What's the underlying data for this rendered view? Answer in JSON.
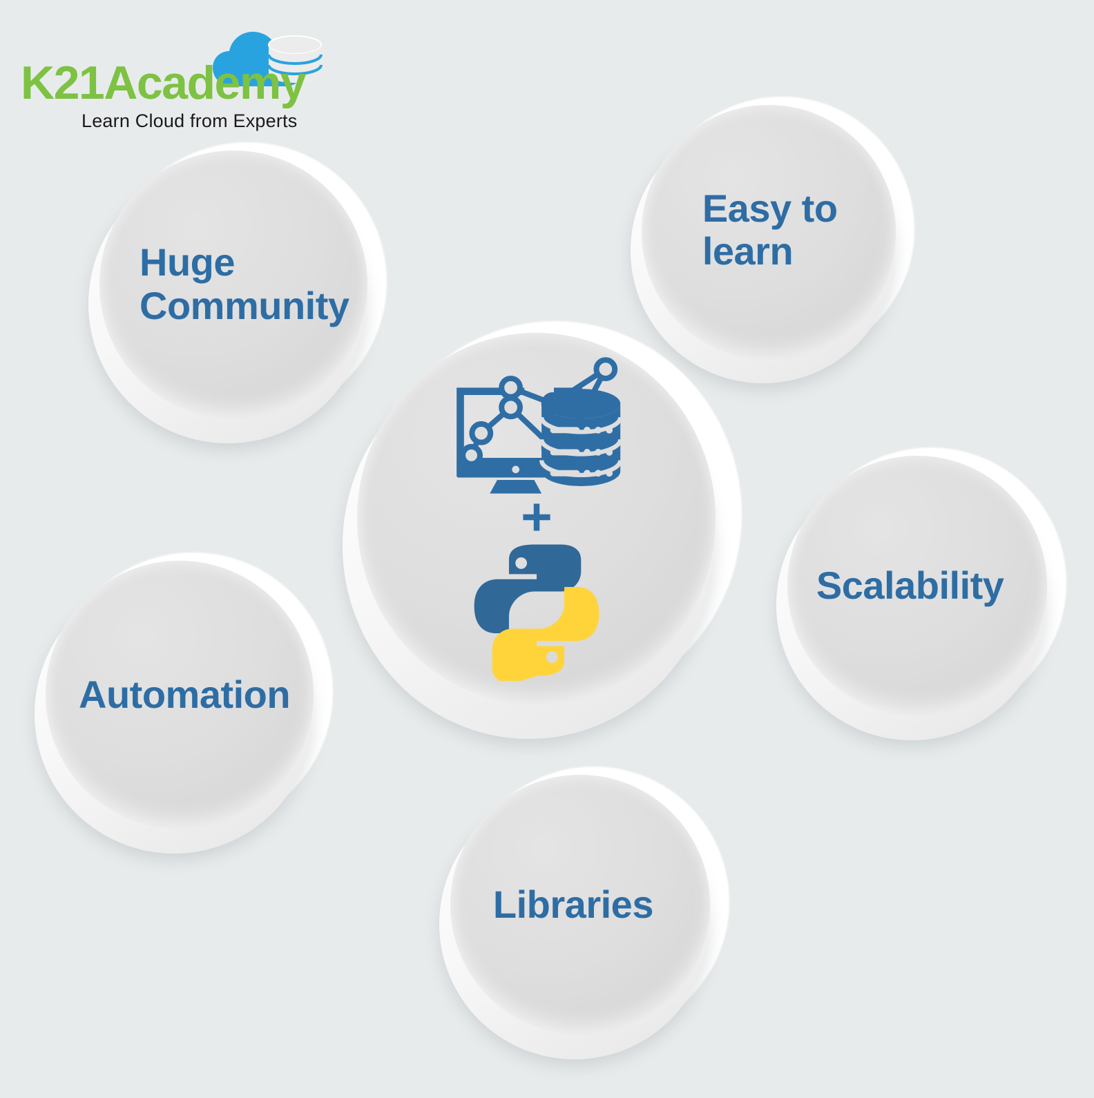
{
  "background_color": "#e8ebec",
  "logo": {
    "wordmark": "K21Academy",
    "tagline": "Learn Cloud from Experts",
    "wordmark_color": "#7dc242",
    "tagline_color": "#1a1a1a",
    "mark_icon": "cloud-database-icon",
    "cloud_color": "#29a3e0",
    "database_color": "#ececec"
  },
  "theme": {
    "label_color": "#2e6da4",
    "bubble_face_color": "#dedede",
    "bubble_ring_color": "#ffffff",
    "icon_blue": "#2f6ea5",
    "python_blue": "#306998",
    "python_yellow": "#ffd43b"
  },
  "bubbles": [
    {
      "id": "huge-community",
      "label": "Huge\nCommunity",
      "line1": "Huge",
      "line2": "Community"
    },
    {
      "id": "easy-to-learn",
      "label": "Easy to\nlearn",
      "line1": "Easy to",
      "line2": "learn"
    },
    {
      "id": "automation",
      "label": "Automation",
      "line1": "Automation",
      "line2": ""
    },
    {
      "id": "scalability",
      "label": "Scalability",
      "line1": "Scalability",
      "line2": ""
    },
    {
      "id": "libraries",
      "label": "Libraries",
      "line1": "Libraries",
      "line2": ""
    }
  ],
  "center": {
    "icons": [
      "data-analytics-monitor-icon",
      "database-cylinder-icon",
      "plus-icon",
      "python-logo-icon"
    ],
    "plus_symbol": "+"
  }
}
